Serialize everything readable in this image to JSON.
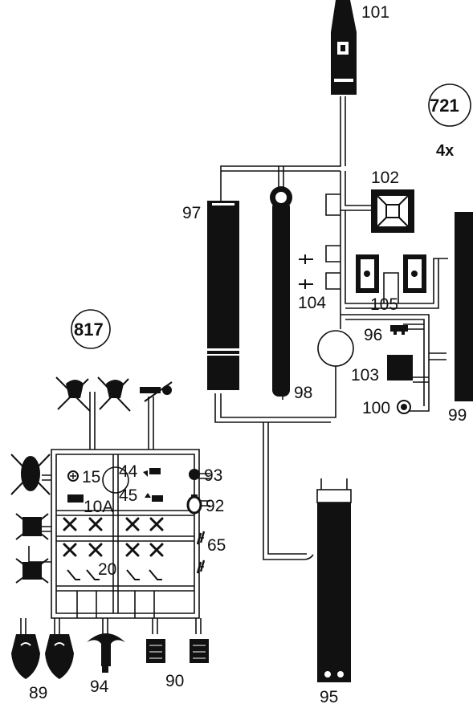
{
  "sheets": [
    {
      "id": "721",
      "multiplier": "4x"
    },
    {
      "id": "817"
    }
  ],
  "labels": {
    "p101": "101",
    "p102": "102",
    "p97": "97",
    "p98": "98",
    "p99": "99",
    "p104": "104",
    "p105": "105",
    "p96": "96",
    "p103": "103",
    "p100": "100",
    "p95": "95",
    "p15": "15",
    "p44": "44",
    "p45": "45",
    "p10a": "10A",
    "p93": "93",
    "p92": "92",
    "p65": "65",
    "p20": "20",
    "p89": "89",
    "p94": "94",
    "p90": "90"
  },
  "colors": {
    "ink": "#111111",
    "paper": "#ffffff"
  }
}
